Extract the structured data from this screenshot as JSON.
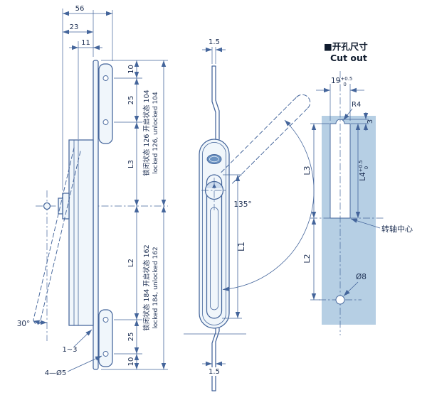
{
  "colors": {
    "line": "#44659b",
    "text": "#1c2e52",
    "panel": "#b6cfe4",
    "fill": "#f0f6fb",
    "title": "#0f1b2d"
  },
  "side_view": {
    "dim_56": "56",
    "dim_23": "23",
    "dim_11": "11",
    "dim_10_top": "10",
    "dim_25_top": "25",
    "dim_L3": "L3",
    "dim_L2": "L2",
    "dim_25_bottom": "25",
    "dim_10_bottom": "10",
    "angle_30": "30°",
    "panel_thickness": "1~3",
    "mount_holes": "4—Ø5",
    "stroke_upper_cn": "锁闭状态 126 开启状态 104",
    "stroke_upper_en": "locked 126, unlocked 104",
    "stroke_lower_cn": "锁闭状态 184 开启状态 162",
    "stroke_lower_en": "locked 184, unlocked 162"
  },
  "front_view": {
    "dim_rod_top": "1.5",
    "dim_rod_bottom": "1.5",
    "dim_L1": "L1",
    "angle_135": "135°"
  },
  "cutout_view": {
    "title_cn": "■开孔尺寸",
    "title_en": "Cut out",
    "dim_19": "19",
    "dim_19_sup": "+0.5",
    "dim_19_sub": "0",
    "dim_R4": "R4",
    "dim_3": "3",
    "dim_L3": "L3",
    "dim_L4": "L4",
    "dim_L4_sup": "+0.5",
    "dim_L4_sub": "0",
    "dim_L2": "L2",
    "dim_dia8": "Ø8",
    "pivot_label": "转轴中心"
  }
}
